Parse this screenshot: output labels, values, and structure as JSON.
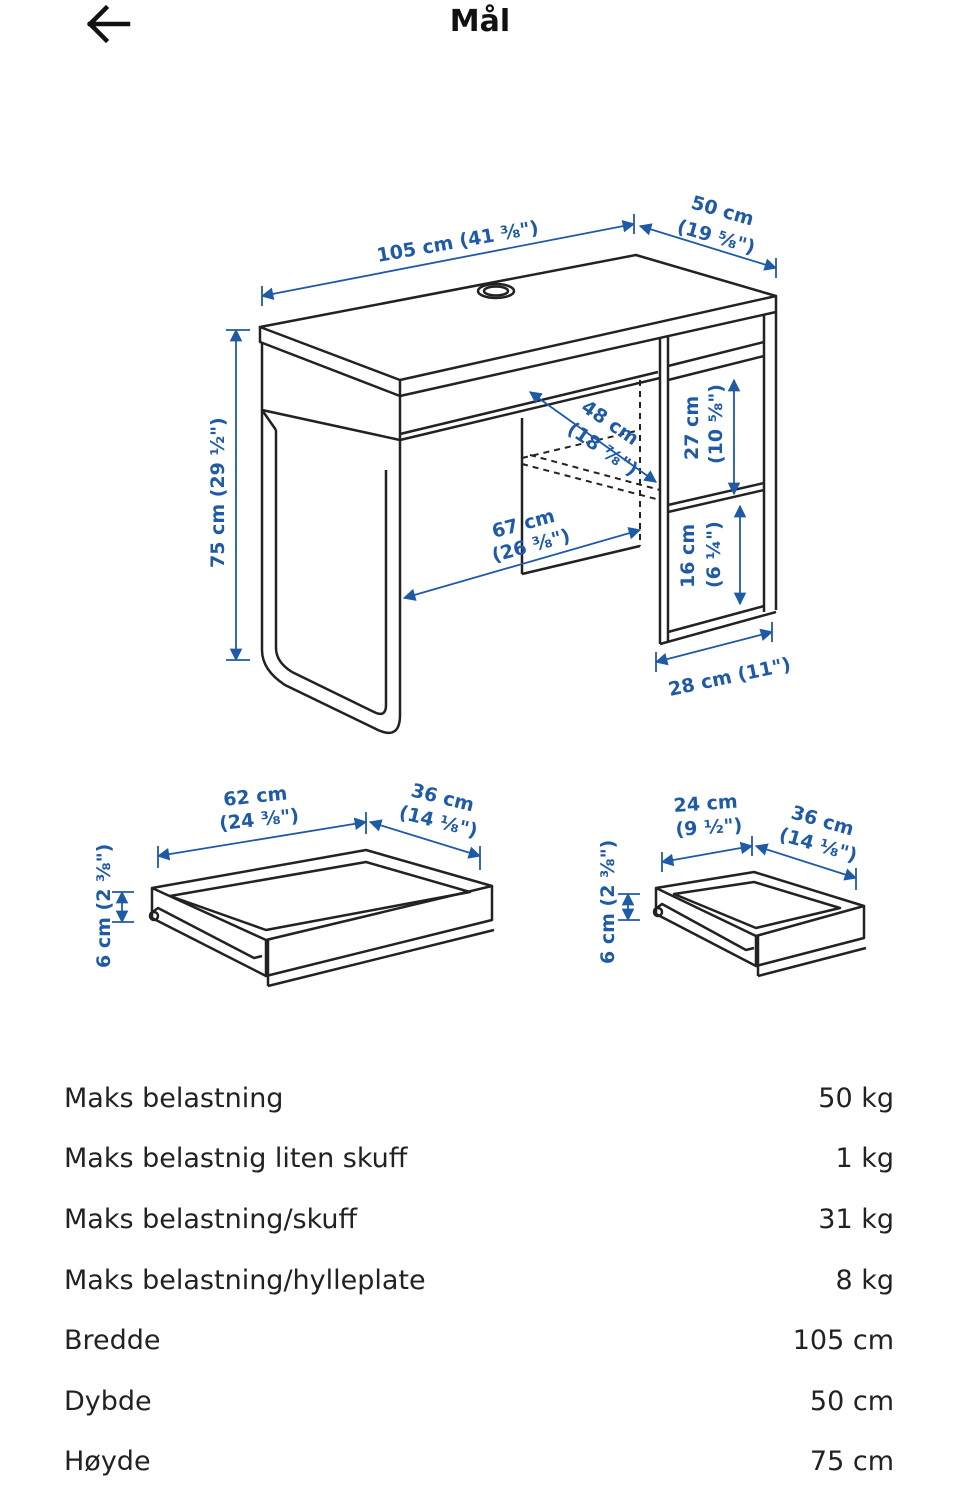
{
  "header": {
    "title": "Mål"
  },
  "dimensions": {
    "desk_width": "105 cm (41 ⅜\")",
    "desk_depth_cm": "50 cm",
    "desk_depth_in": "(19 ⅝\")",
    "desk_height": "75 cm (29 ½\")",
    "shelf_depth_cm": "48 cm",
    "shelf_depth_in": "(18 ⅞\")",
    "legroom_cm": "67 cm",
    "legroom_in": "(26 ⅜\")",
    "upper_cmp_cm": "27 cm",
    "upper_cmp_in": "(10 ⅝\")",
    "lower_cmp_cm": "16 cm",
    "lower_cmp_in": "(6 ¼\")",
    "cabinet_width": "28 cm (11\")",
    "drawer_width_cm": "62 cm",
    "drawer_width_in": "(24 ⅜\")",
    "drawer_depth_cm": "36 cm",
    "drawer_depth_in": "(14 ⅛\")",
    "drawer_height": "6 cm (2 ⅜\")",
    "small_drawer_width_cm": "24 cm",
    "small_drawer_width_in": "(9 ½\")",
    "small_drawer_depth_cm": "36 cm",
    "small_drawer_depth_in": "(14 ⅛\")",
    "small_drawer_height": "6 cm (2 ⅜\")"
  },
  "specs": [
    {
      "label": "Maks belastning",
      "value": "50 kg"
    },
    {
      "label": "Maks belastnig liten skuff",
      "value": "1 kg"
    },
    {
      "label": "Maks belastning/skuff",
      "value": "31 kg"
    },
    {
      "label": "Maks belastning/hylleplate",
      "value": "8 kg"
    },
    {
      "label": "Bredde",
      "value": "105 cm"
    },
    {
      "label": "Dybde",
      "value": "50 cm"
    },
    {
      "label": "Høyde",
      "value": "75 cm"
    }
  ]
}
